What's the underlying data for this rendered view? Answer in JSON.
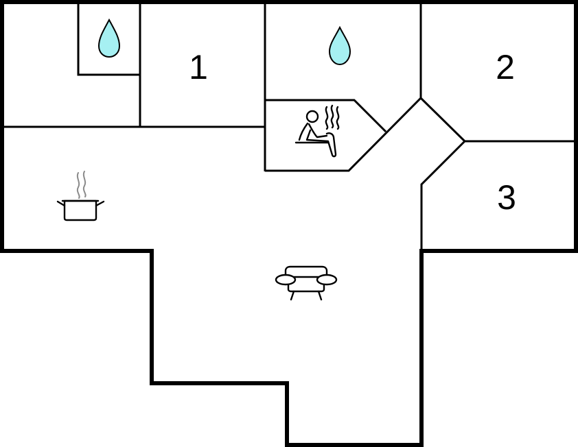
{
  "rooms": {
    "bedroom_1": {
      "label": "1"
    },
    "bedroom_2": {
      "label": "2"
    },
    "bedroom_3": {
      "label": "3"
    }
  },
  "icons": {
    "bathroom_small": "water-drop-icon",
    "bathroom_large": "water-drop-icon",
    "sauna": "sauna-icon",
    "kitchen": "cooking-pot-icon",
    "living_room": "sofa-icon"
  },
  "colors": {
    "walls": "#000000",
    "water": "#a6f0f2",
    "steam": "#8a8a8a",
    "background": "#ffffff"
  }
}
